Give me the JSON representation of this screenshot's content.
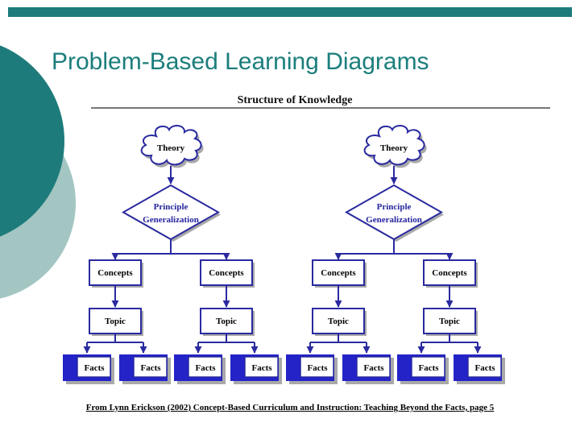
{
  "slide": {
    "title": "Problem-Based Learning Diagrams",
    "citation": "From Lynn Erickson (2002) Concept-Based Curriculum and Instruction: Teaching Beyond the Facts, page 5"
  },
  "diagram": {
    "heading": "Structure of Knowledge",
    "nodes": {
      "theory": "Theory",
      "principle_line1": "Principle",
      "principle_line2": "Generalization",
      "concepts": "Concepts",
      "topic": "Topic",
      "facts": "Facts"
    }
  },
  "colors": {
    "accent_teal": "#1E7B7B",
    "light_teal": "#A3C6C3",
    "navy_outline": "#2A2AA0",
    "royal_blue_fill": "#2323C8",
    "shadow_gray": "#A9A9A9"
  }
}
